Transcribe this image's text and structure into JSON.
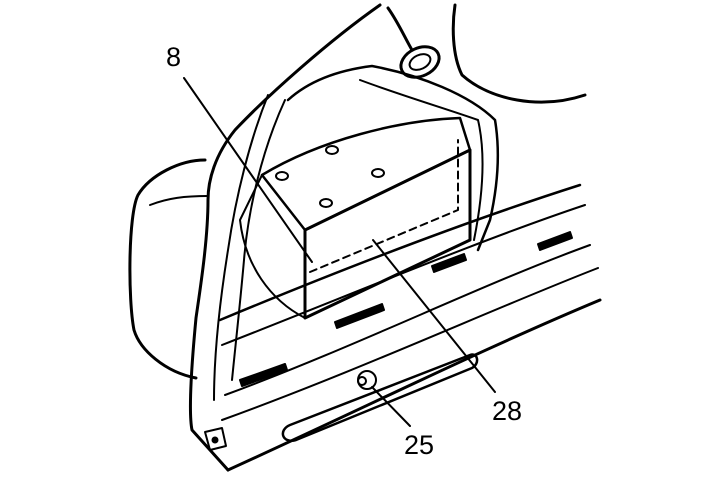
{
  "callouts": {
    "part_8": "8",
    "part_28": "28",
    "part_25": "25"
  },
  "colors": {
    "line": "#000000",
    "background": "#ffffff"
  }
}
